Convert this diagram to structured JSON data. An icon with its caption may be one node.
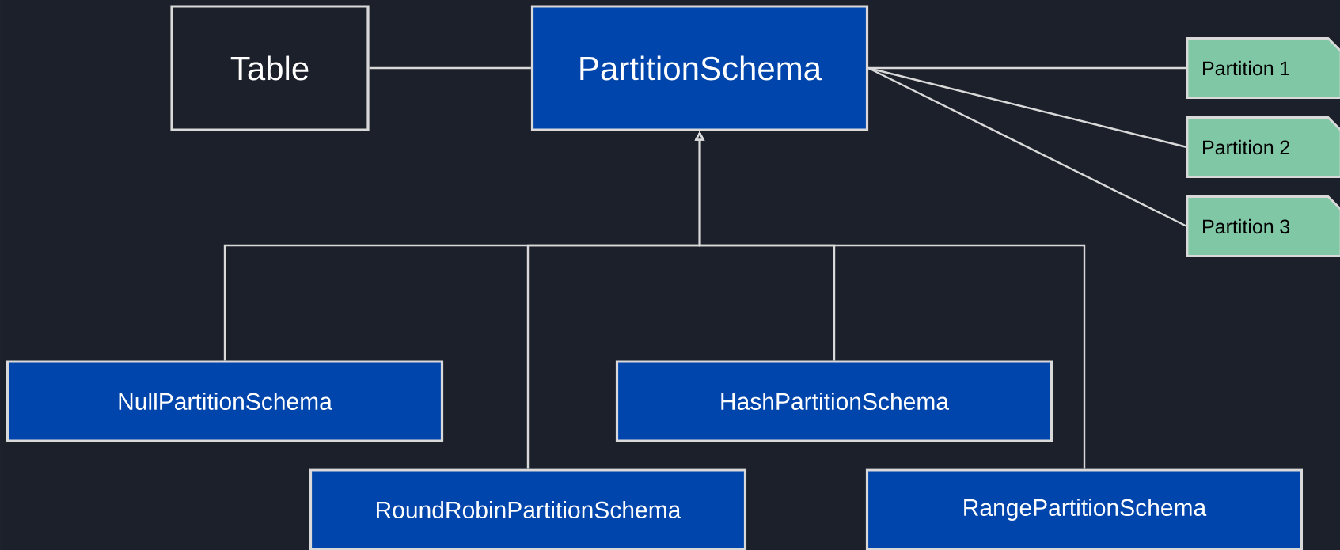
{
  "diagram": {
    "nodes": [
      {
        "text": [
          "Table"
        ]
      },
      {
        "text": [
          "PartitionSchema"
        ]
      },
      {
        "text": [
          "Partition 1"
        ]
      },
      {
        "text": [
          "Partition 2"
        ]
      },
      {
        "text": [
          "Partition 3"
        ]
      },
      {
        "text": [
          "NullPartitionSchema"
        ]
      },
      {
        "text": [
          "HashPartitionSchema"
        ]
      },
      {
        "text": [
          "RoundRobinPartitionSchema"
        ]
      },
      {
        "text": [
          "RangePartitionSchema"
        ]
      }
    ],
    "edges": [
      {
        "from": 0,
        "to": 1,
        "arrow": "none"
      },
      {
        "from": 1,
        "to": 2,
        "arrow": "none"
      },
      {
        "from": 1,
        "to": 3,
        "arrow": "none"
      },
      {
        "from": 1,
        "to": 4,
        "arrow": "none"
      },
      {
        "from": 5,
        "to": 1,
        "arrow": "to"
      },
      {
        "from": 7,
        "to": 1,
        "arrow": "to"
      },
      {
        "from": 6,
        "to": 1,
        "arrow": "to"
      },
      {
        "from": 8,
        "to": 1,
        "arrow": "to"
      }
    ]
  }
}
